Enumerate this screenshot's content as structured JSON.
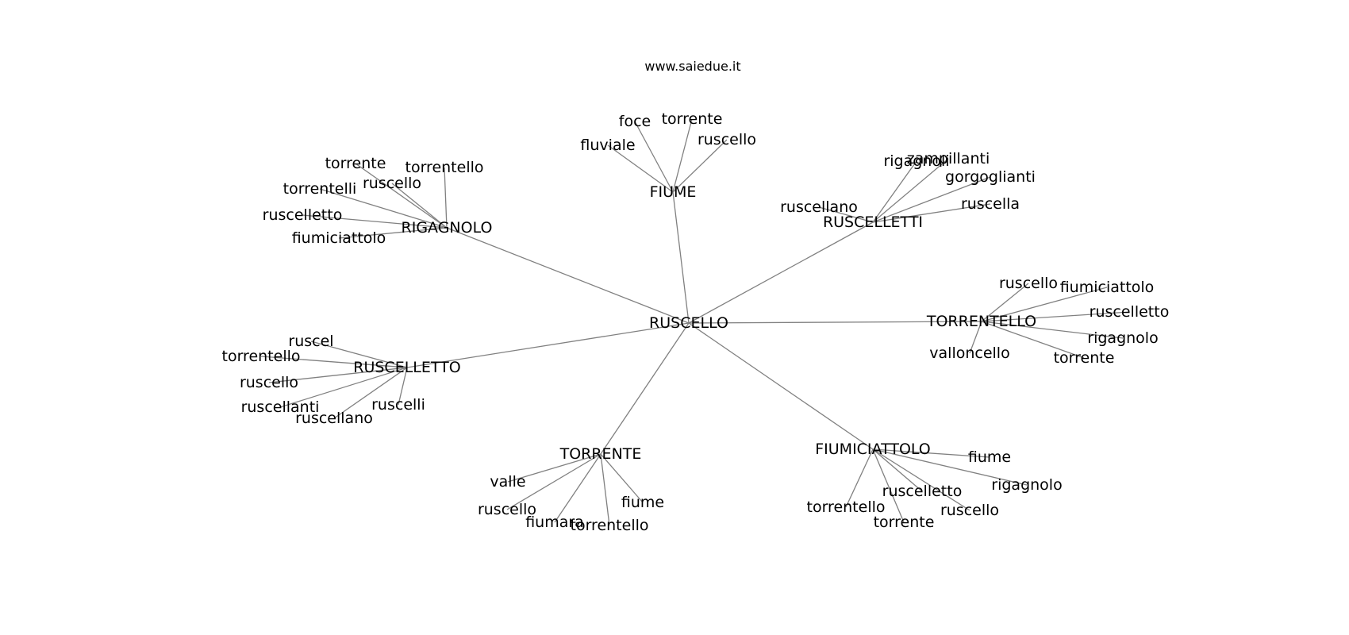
{
  "title": "www.saiedue.it",
  "edge_color": "#808080",
  "text_color": "#000000",
  "center": "RUSCELLO",
  "clusters": [
    {
      "hub": "FIUME",
      "leaves": [
        "foce",
        "torrente",
        "fluviale",
        "ruscello"
      ]
    },
    {
      "hub": "RIGAGNOLO",
      "leaves": [
        "torrente",
        "torrentello",
        "torrentelli",
        "ruscello",
        "ruscelletto",
        "fiumiciattolo"
      ]
    },
    {
      "hub": "RUSCELLETTI",
      "leaves": [
        "rigagnoli",
        "zampillanti",
        "gorgoglianti",
        "ruscellano",
        "ruscella"
      ]
    },
    {
      "hub": "TORRENTELLO",
      "leaves": [
        "ruscello",
        "fiumiciattolo",
        "ruscelletto",
        "rigagnolo",
        "valloncello",
        "torrente"
      ]
    },
    {
      "hub": "RUSCELLETTO",
      "leaves": [
        "ruscel",
        "torrentello",
        "ruscello",
        "ruscellanti",
        "ruscelli",
        "ruscellano"
      ]
    },
    {
      "hub": "TORRENTE",
      "leaves": [
        "valle",
        "fiume",
        "ruscello",
        "fiumara",
        "torrentello"
      ]
    },
    {
      "hub": "FIUMICIATTOLO",
      "leaves": [
        "fiume",
        "rigagnolo",
        "ruscelletto",
        "torrentello",
        "ruscello",
        "torrente"
      ]
    }
  ]
}
